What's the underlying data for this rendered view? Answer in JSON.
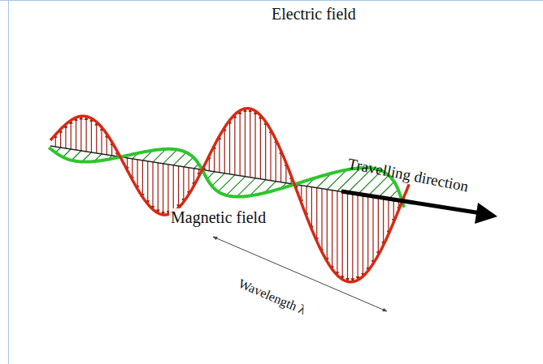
{
  "diagram": {
    "labels": [
      "Electric field",
      "Magnetic field",
      "Travelling direction",
      "Wavelength λ"
    ]
  }
}
